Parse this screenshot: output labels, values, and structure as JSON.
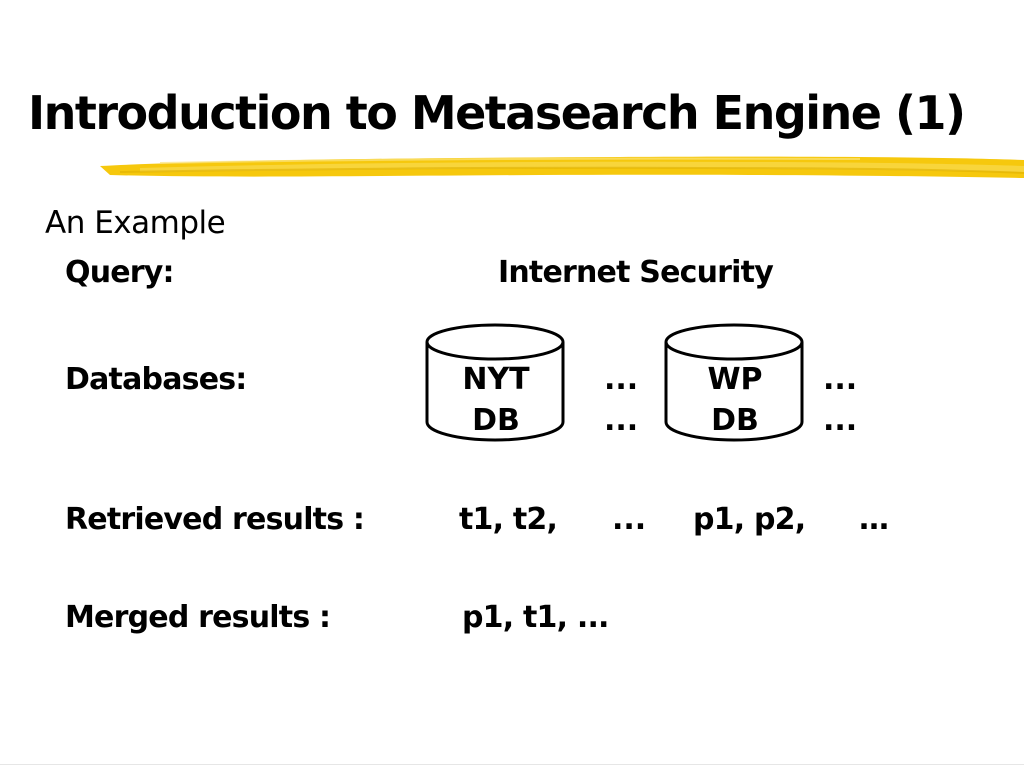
{
  "slide": {
    "title": "Introduction to Metasearch Engine (1)",
    "accent_color": "#f5c500",
    "subtitle": "An Example",
    "query": {
      "label": "Query:",
      "value": "Internet  Security"
    },
    "databases": {
      "label": "Databases:",
      "db1": {
        "line1": "NYT",
        "line2": "DB"
      },
      "db2": {
        "line1": "WP",
        "line2": "DB"
      },
      "ellipsis1_top": "...",
      "ellipsis1_bottom": "...",
      "ellipsis2_top": "...",
      "ellipsis2_bottom": "..."
    },
    "retrieved": {
      "label": "Retrieved results :",
      "group1": "t1, t2,",
      "sep": "...",
      "group2": "p1, p2,",
      "end": "…"
    },
    "merged": {
      "label": "Merged results :",
      "value": "p1, t1, ..."
    }
  }
}
